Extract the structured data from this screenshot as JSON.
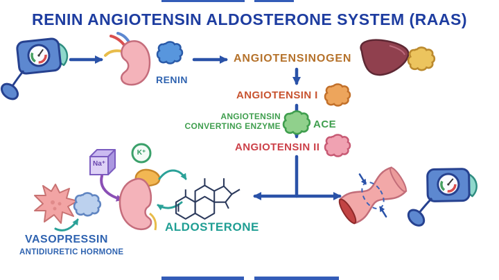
{
  "title": "RENIN ANGIOTENSIN ALDOSTERONE SYSTEM (RAAS)",
  "labels": {
    "renin": "RENIN",
    "angiotensinogen": "ANGIOTENSINOGEN",
    "angiotensin_i": "ANGIOTENSIN I",
    "converting_enzyme_line1": "ANGIOTENSIN",
    "converting_enzyme_line2": "CONVERTING ENZYME",
    "ace": "ACE",
    "angiotensin_ii": "ANGIOTENSIN II",
    "aldosterone": "ALDOSTERONE",
    "vasopressin": "VASOPRESSIN",
    "antidiuretic_hormone": "ANTIDIURETIC HORMONE",
    "sodium": "Na⁺",
    "potassium": "K⁺"
  },
  "icons": [
    "blood-pressure-cuff",
    "kidney",
    "renin-molecule",
    "liver",
    "angiotensinogen-molecule",
    "angiotensin-i-molecule",
    "ace-enzyme",
    "angiotensin-ii-molecule",
    "sodium-cube",
    "potassium-ion",
    "adrenal-gland-kidney",
    "aldosterone-structure",
    "pituitary-gland",
    "vasopressin-molecules",
    "blood-vessel-constricted"
  ],
  "colors": {
    "title": "#1e3da0",
    "label_blue": "#2f63b0",
    "angiotensinogen": "#b5722b",
    "angiotensin_i": "#c8532f",
    "ace_green": "#3f9e4e",
    "angiotensin_ii": "#cc4149",
    "aldosterone": "#1f9e93",
    "sodium_purple": "#6a46ae",
    "potassium_green": "#2e9960",
    "arrow_blue": "#2a52a8",
    "arrow_teal": "#2aa198",
    "arrow_purple": "#8a4fb5"
  }
}
